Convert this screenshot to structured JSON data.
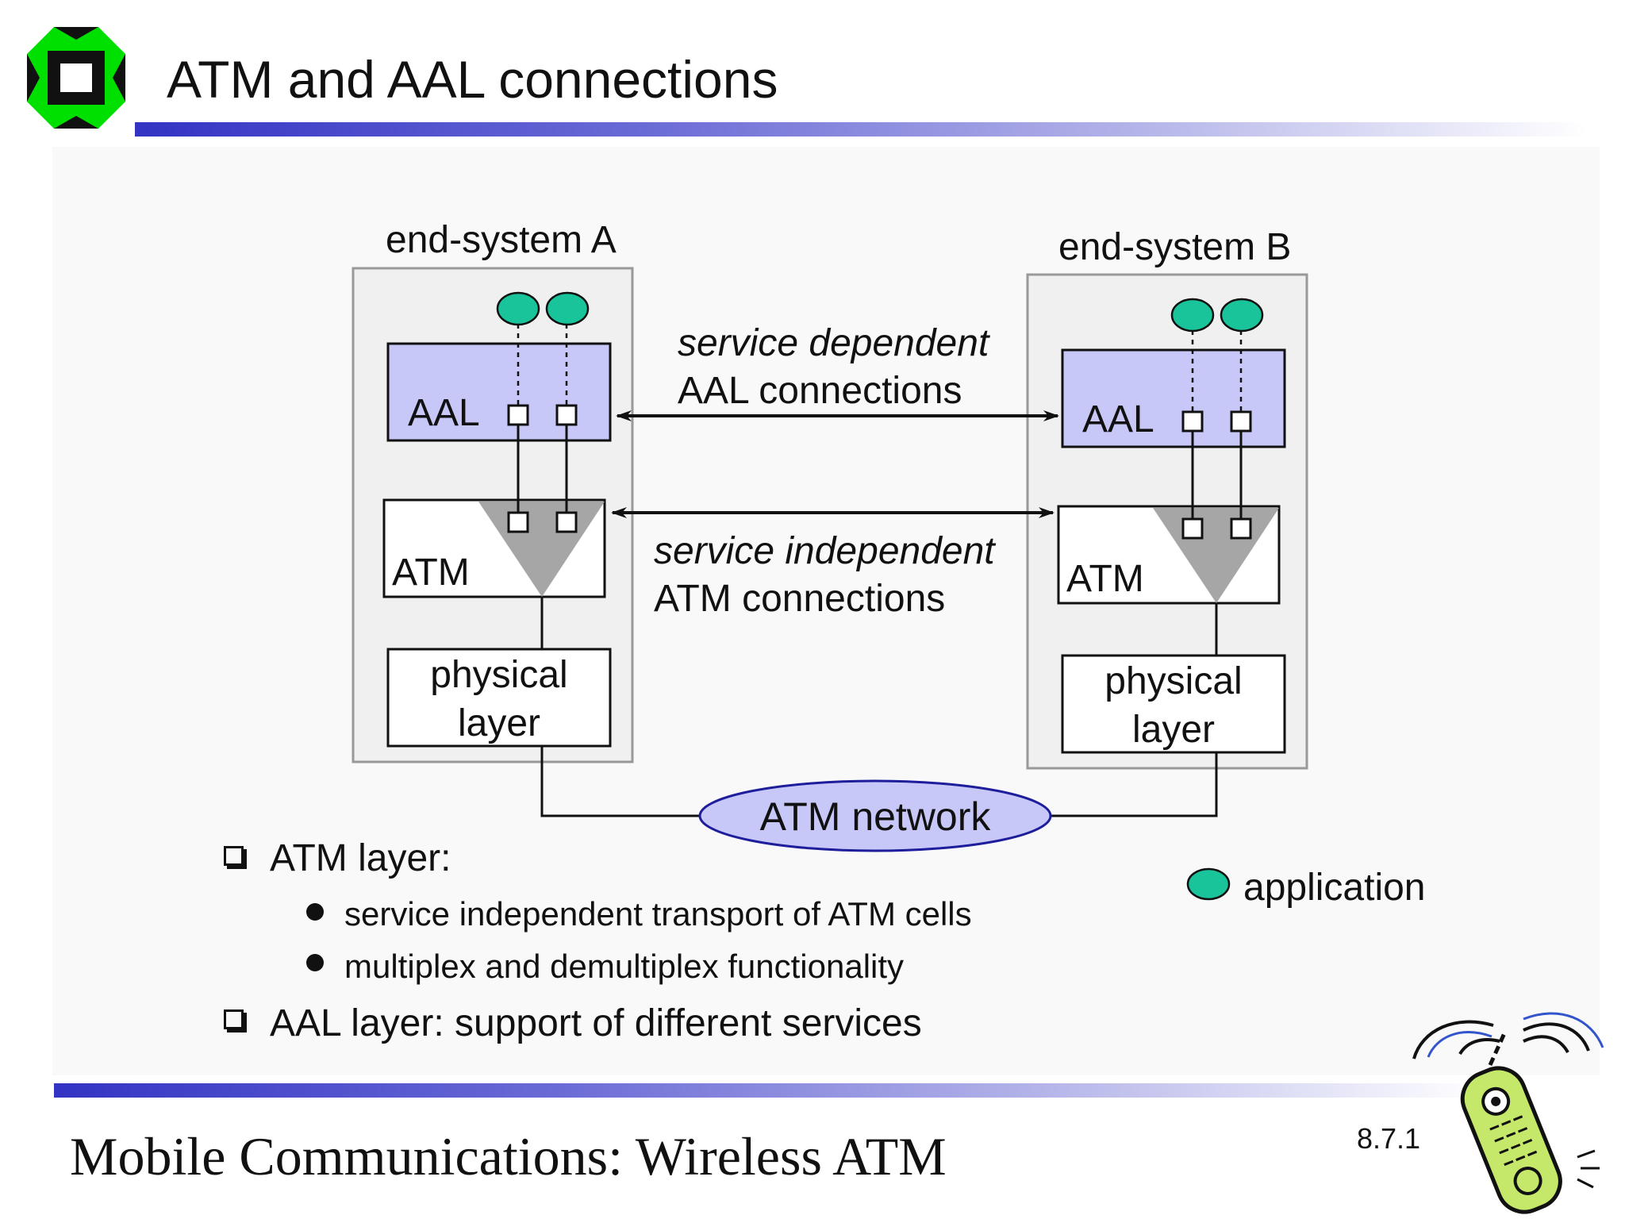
{
  "slide": {
    "title": "ATM and AAL connections",
    "footer_title": "Mobile Communications: Wireless ATM",
    "page_number": "8.7.1"
  },
  "diagram": {
    "end_system_a": "end-system A",
    "end_system_b": "end-system B",
    "aal_label": "AAL",
    "atm_label": "ATM",
    "physical_line1": "physical",
    "physical_line2": "layer",
    "aal_connection_line1": "service dependent",
    "aal_connection_line2": "AAL connections",
    "atm_connection_line1": "service independent",
    "atm_connection_line2": "ATM connections",
    "network_label": "ATM network",
    "legend_label": "application",
    "colors": {
      "aal_fill": "#c8c8f8",
      "application_fill": "#19c49a",
      "network_fill": "#c8c8f8",
      "multiplexer_fill": "#a6a6a6",
      "end_system_fill": "#f0f0f0",
      "end_system_border": "#999999"
    }
  },
  "bullets": {
    "atm_layer": "ATM layer:",
    "atm_sub1": "service independent transport of ATM cells",
    "atm_sub2": "multiplex and demultiplex functionality",
    "aal_layer": "AAL layer: support of different services"
  },
  "logo": {
    "icon": "university-logo-icon"
  },
  "clipart": {
    "icon": "mobile-phone-icon"
  }
}
